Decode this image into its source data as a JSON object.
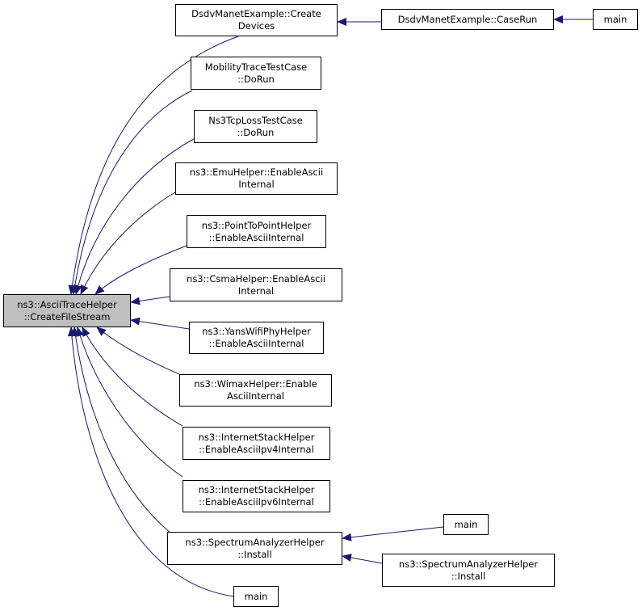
{
  "root": {
    "line1": "ns3::AsciiTraceHelper",
    "line2": "::CreateFileStream"
  },
  "nodes": {
    "dsdv_create": {
      "line1": "DsdvManetExample::Create",
      "line2": "Devices"
    },
    "dsdv_caserun": {
      "line1": "DsdvManetExample::CaseRun"
    },
    "main_top": {
      "line1": "main"
    },
    "mobility": {
      "line1": "MobilityTraceTestCase",
      "line2": "::DoRun"
    },
    "tcploss": {
      "line1": "Ns3TcpLossTestCase",
      "line2": "::DoRun"
    },
    "emu": {
      "line1": "ns3::EmuHelper::EnableAscii",
      "line2": "Internal"
    },
    "p2p": {
      "line1": "ns3::PointToPointHelper",
      "line2": "::EnableAsciiInternal"
    },
    "csma": {
      "line1": "ns3::CsmaHelper::EnableAscii",
      "line2": "Internal"
    },
    "yans": {
      "line1": "ns3::YansWifiPhyHelper",
      "line2": "::EnableAsciiInternal"
    },
    "wimax": {
      "line1": "ns3::WimaxHelper::Enable",
      "line2": "AsciiInternal"
    },
    "inet4": {
      "line1": "ns3::InternetStackHelper",
      "line2": "::EnableAsciiIpv4Internal"
    },
    "inet6": {
      "line1": "ns3::InternetStackHelper",
      "line2": "::EnableAsciiIpv6Internal"
    },
    "spectrum_install": {
      "line1": "ns3::SpectrumAnalyzerHelper",
      "line2": "::Install"
    },
    "main_bottom": {
      "line1": "main"
    },
    "main_right": {
      "line1": "main"
    },
    "spectrum_install2": {
      "line1": "ns3::SpectrumAnalyzerHelper",
      "line2": "::Install"
    }
  },
  "colors": {
    "edge": "#191970",
    "root_fill": "#bfbfbf",
    "node_border": "#000000"
  }
}
